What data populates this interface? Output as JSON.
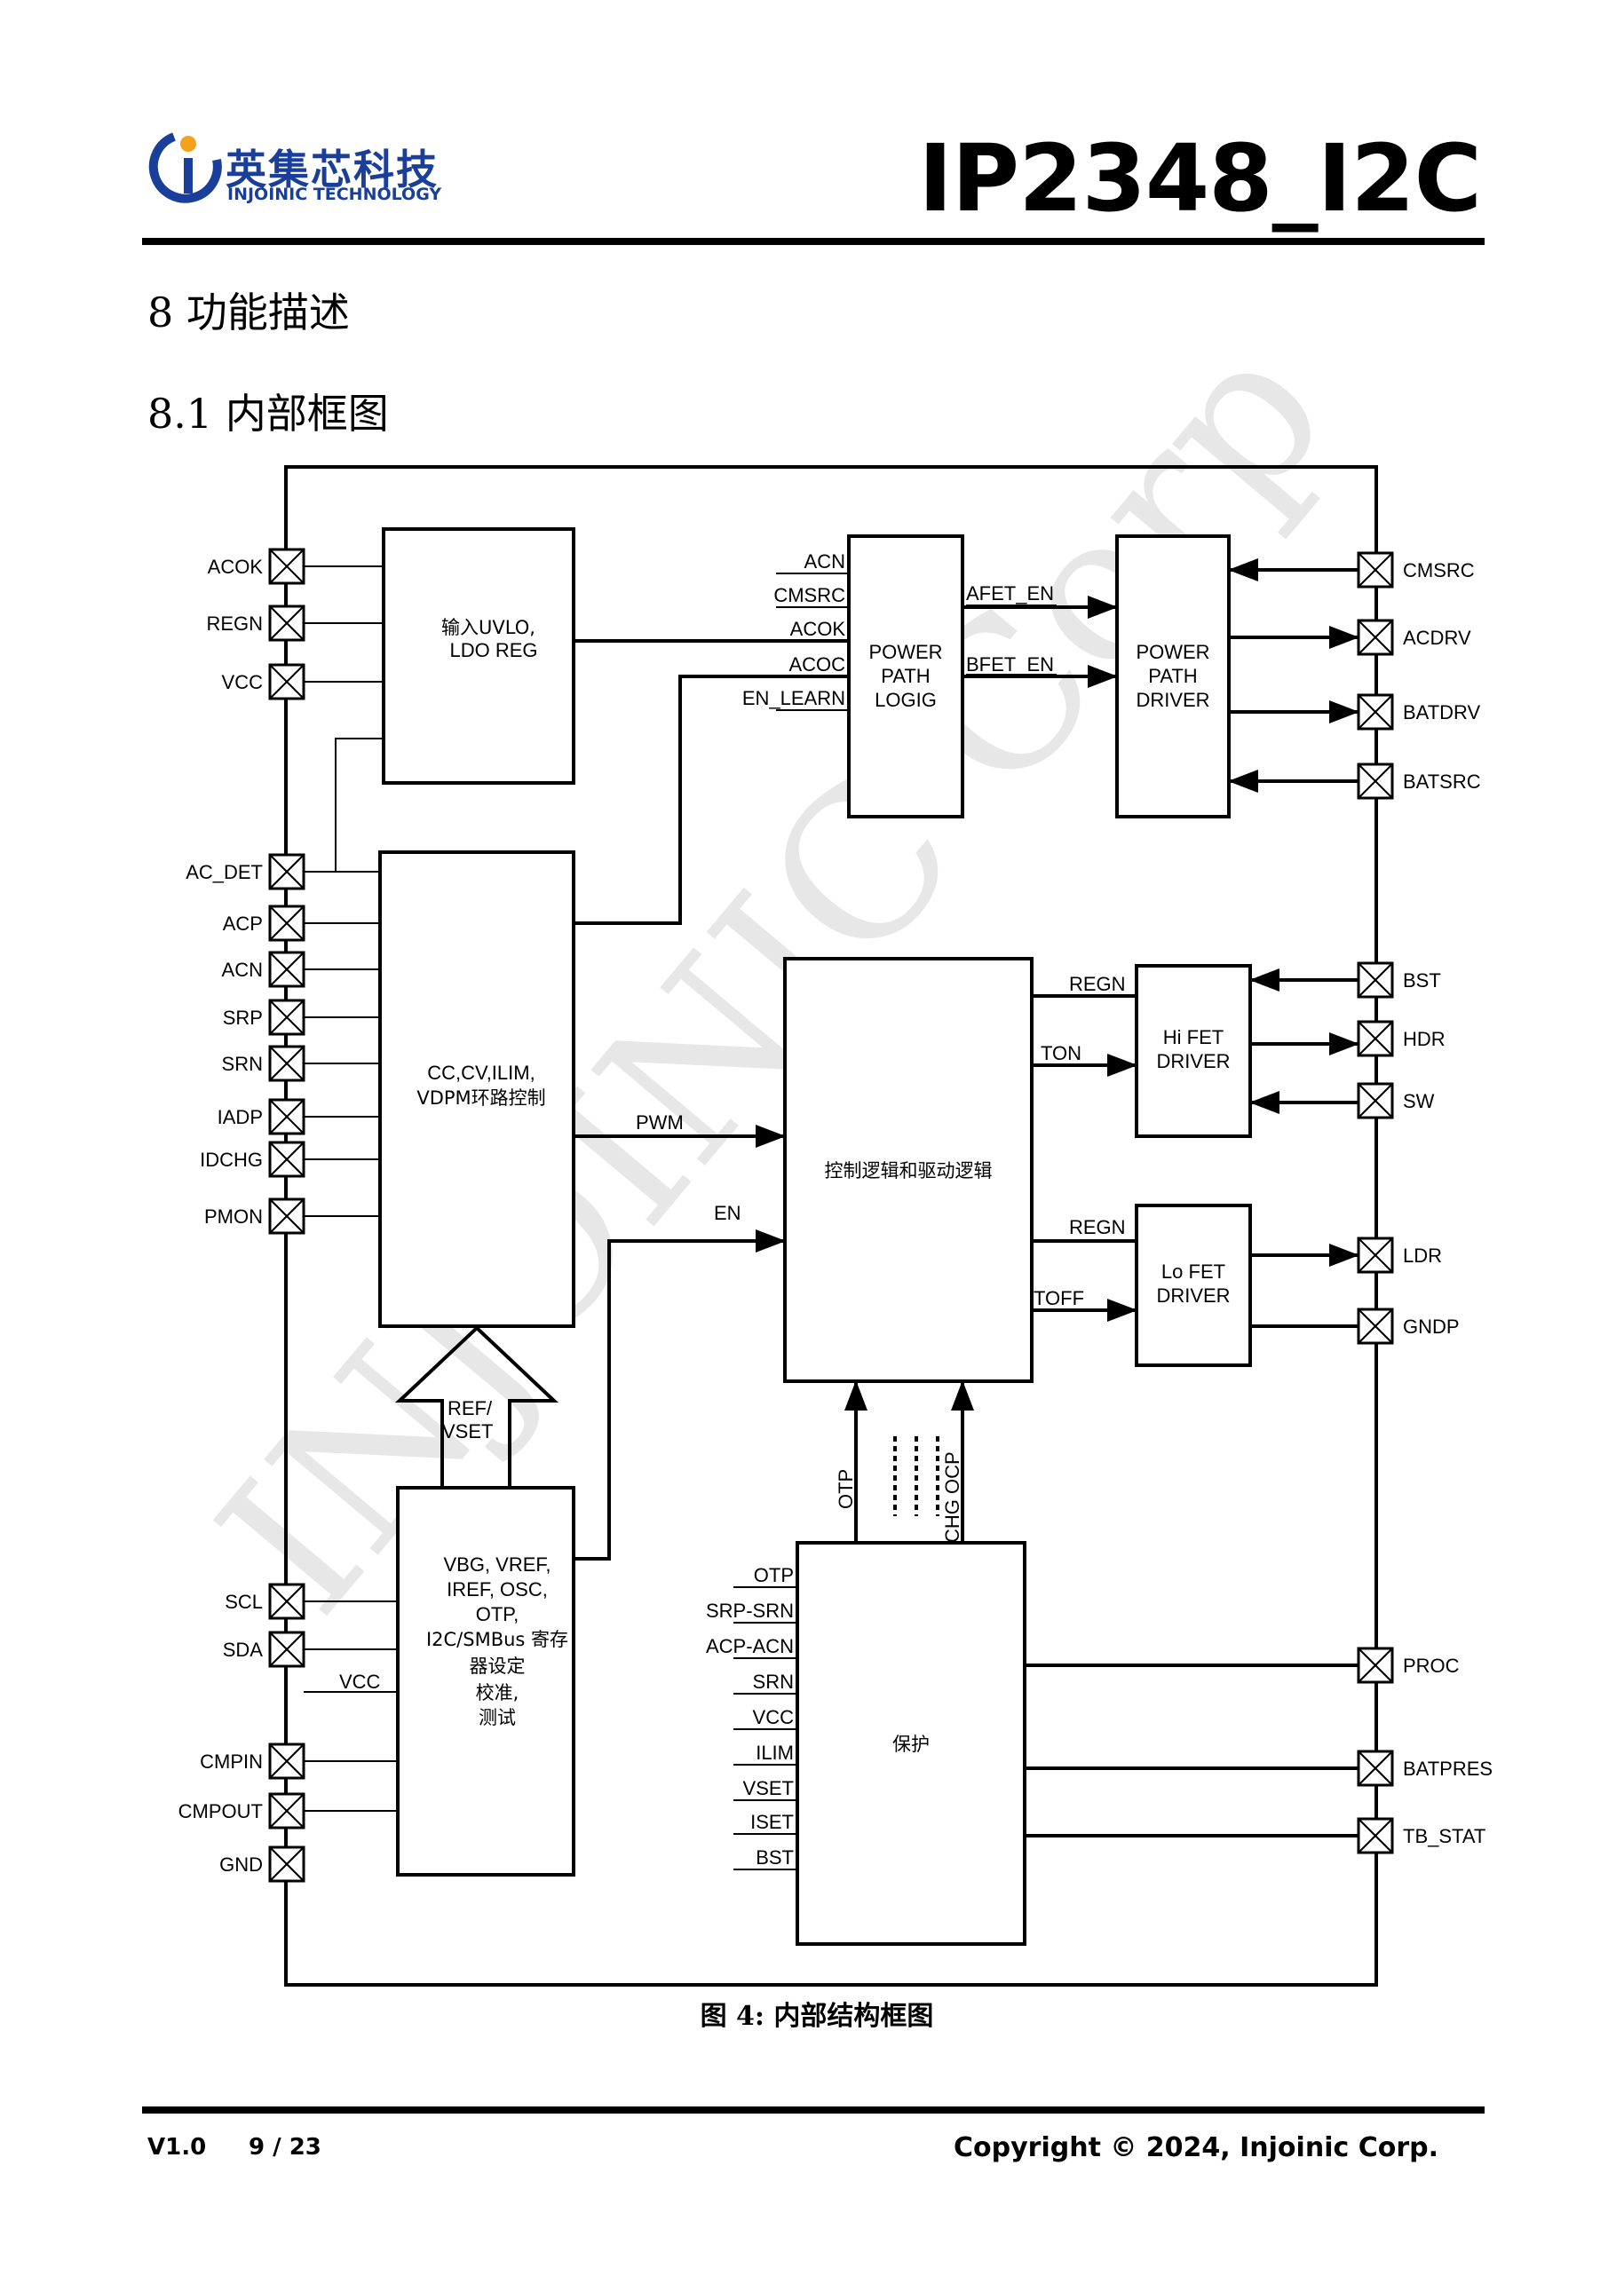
{
  "header": {
    "logo_cn": "英集芯科技",
    "logo_en": "INJOINIC TECHNOLOGY",
    "doc_title": "IP2348_I2C"
  },
  "section": {
    "heading": "8 功能描述",
    "subheading": "8.1 内部框图"
  },
  "diagram": {
    "watermark": "INJOINIC Corp",
    "blocks": {
      "uvlo": [
        "输入UVLO,",
        "LDO REG"
      ],
      "power_path_logic": [
        "POWER",
        "PATH",
        "LOGIG"
      ],
      "power_path_driver": [
        "POWER",
        "PATH",
        "DRIVER"
      ],
      "loop_control": [
        "CC,CV,ILIM,",
        "VDPM环路控制"
      ],
      "control_logic": "控制逻辑和驱动逻辑",
      "hi_fet": [
        "Hi FET",
        "DRIVER"
      ],
      "lo_fet": [
        "Lo FET",
        "DRIVER"
      ],
      "reference": [
        "VBG, VREF,",
        "IREF, OSC,",
        "OTP,",
        "I2C/SMBus 寄存",
        "器设定",
        "校准,",
        "测试"
      ],
      "protection": "保护"
    },
    "left_pins": [
      "ACOK",
      "REGN",
      "VCC",
      "AC_DET",
      "ACP",
      "ACN",
      "SRP",
      "SRN",
      "IADP",
      "IDCHG",
      "PMON",
      "SCL",
      "SDA",
      "CMPIN",
      "CMPOUT",
      "GND"
    ],
    "right_pins": [
      "CMSRC",
      "ACDRV",
      "BATDRV",
      "BATSRC",
      "BST",
      "HDR",
      "SW",
      "LDR",
      "GNDP",
      "PROC",
      "BATPRES",
      "TB_STAT"
    ],
    "ppl_inputs": [
      "ACN",
      "CMSRC",
      "ACOK",
      "ACOC",
      "EN_LEARN"
    ],
    "ppl_outputs": [
      "AFET_EN",
      "BFET_EN"
    ],
    "signals": {
      "pwm": "PWM",
      "en": "EN",
      "ton": "TON",
      "toff": "TOFF",
      "regn_hi": "REGN",
      "regn_lo": "REGN",
      "ref_vset": [
        "REF/",
        "VSET"
      ],
      "vcc_ref": "VCC",
      "otp": "OTP",
      "chg_ocp": "CHG OCP"
    },
    "protection_inputs": [
      "OTP",
      "SRP-SRN",
      "ACP-ACN",
      "SRN",
      "VCC",
      "ILIM",
      "VSET",
      "ISET",
      "BST"
    ]
  },
  "figure_caption": "图 4:  内部结构框图",
  "footer": {
    "version": "V1.0",
    "page": "9 / 23",
    "copyright": "Copyright © 2024, Injoinic Corp."
  }
}
